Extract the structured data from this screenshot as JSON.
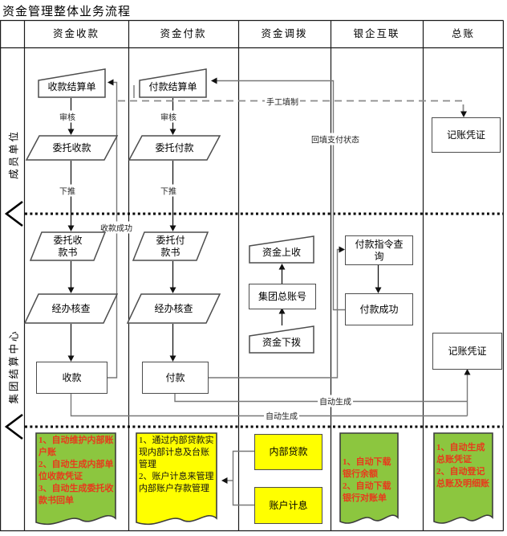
{
  "title": "资金管理整体业务流程",
  "columns": [
    "资金收款",
    "资金付款",
    "资金调拨",
    "银企互联",
    "总账"
  ],
  "lanes": {
    "member": "成员单位",
    "center": "集团结算中心"
  },
  "nodes": {
    "receipt_slip": "收款结算单",
    "payment_slip": "付款结算单",
    "entrust_collect": "委托收款",
    "entrust_pay": "委托付款",
    "entrust_collect_note": "委托收款书",
    "entrust_pay_note": "委托付款书",
    "handler_check_collect": "经办核查",
    "handler_check_pay": "经办核查",
    "collection": "收款",
    "payment": "付款",
    "funds_up": "资金上收",
    "group_account": "集团总账号",
    "funds_down": "资金下拨",
    "pay_query": "付款指令查询",
    "pay_success": "付款成功",
    "voucher_ledger_top": "记账凭证",
    "voucher_ledger_bottom": "记账凭证",
    "internal_loan": "内部贷款",
    "account_interest": "账户计息"
  },
  "edge_labels": {
    "audit_collect": "审核",
    "audit_pay": "审核",
    "push_collect": "下推",
    "push_pay": "下推",
    "collect_success": "收款成功",
    "manual_fill": "手工填制",
    "backfill_status": "回填支付状态",
    "auto_generate_pay": "自动生成",
    "auto_generate_collect": "自动生成"
  },
  "notes": {
    "collection": {
      "lines": [
        "1、自动维护内部账户账",
        "2、自动生成内部单位收款凭证",
        "3、自动生成委托收款书回单"
      ]
    },
    "allocation": {
      "lines": [
        "1、通过内部贷款实现内部计息及台账管理",
        "2、账户计息来管理内部账户存款管理"
      ]
    },
    "bank": {
      "lines": [
        "1、自动下载银行余额",
        "2、自动下载银行对账单"
      ]
    },
    "ledger": {
      "lines": [
        "1、自动生成总账凭证",
        "2、自动登记总账及明细账"
      ]
    }
  },
  "colors": {
    "note_green": "#8cc63f",
    "note_yellow": "#ffff00",
    "note_red_text": "#e8391c",
    "line_gray": "#787878"
  }
}
